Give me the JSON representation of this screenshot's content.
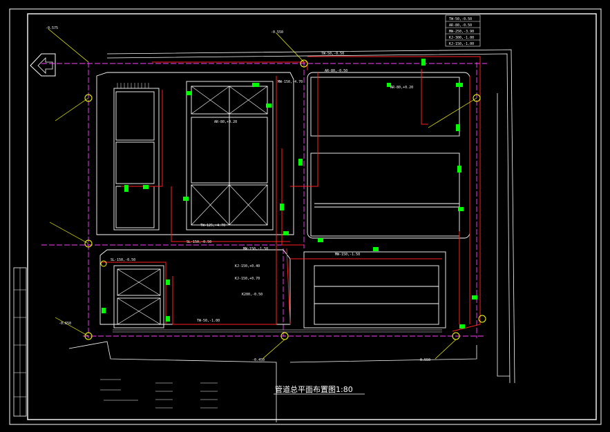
{
  "drawing": {
    "title": "管道总平面布置图1:80",
    "legend_block": [
      "TW-50,-0.50",
      "AR-80,-0.50",
      "MW-250,-3.90",
      "KJ-300,-1.00",
      "KJ-150,-1.00"
    ]
  },
  "labels": {
    "pipe_tw_top": "TW-50,-0.50",
    "pipe_ar_top": "AR-80,-0.50",
    "pipe_ar_right": "AR-80,+0.20",
    "pipe_ar_mid": "AR-80,+0.20",
    "pipe_sl_mid": "SL-150,-0.50",
    "pipe_mw_mid": "MW-150,-1.50",
    "pipe_tw_mid": "TW-125,+4.70",
    "pipe_mw_right": "MW-150,-1.50",
    "pipe_sl_left": "SL-150,-0.50",
    "pipe_tw_bottom": "TW-50,-1.00",
    "pipe_kj_a": "KJ-150,+0.40",
    "pipe_kj_b": "KJ-150,+0.70",
    "pipe_k200": "K200,-0.50",
    "pipe_mw_top": "MW-150,-4.70",
    "elev_1": "-0.575",
    "elev_2": "-0.550",
    "elev_3": "-0.450",
    "elev_4": "-0.550",
    "elev_5": "-0.650"
  },
  "colors": {
    "background": "#000000",
    "border": "#ffffff",
    "red_pipe": "#ff2020",
    "magenta_pipe": "#ff40ff",
    "green_tag": "#00ff00",
    "yellow_mark": "#ffff00"
  }
}
